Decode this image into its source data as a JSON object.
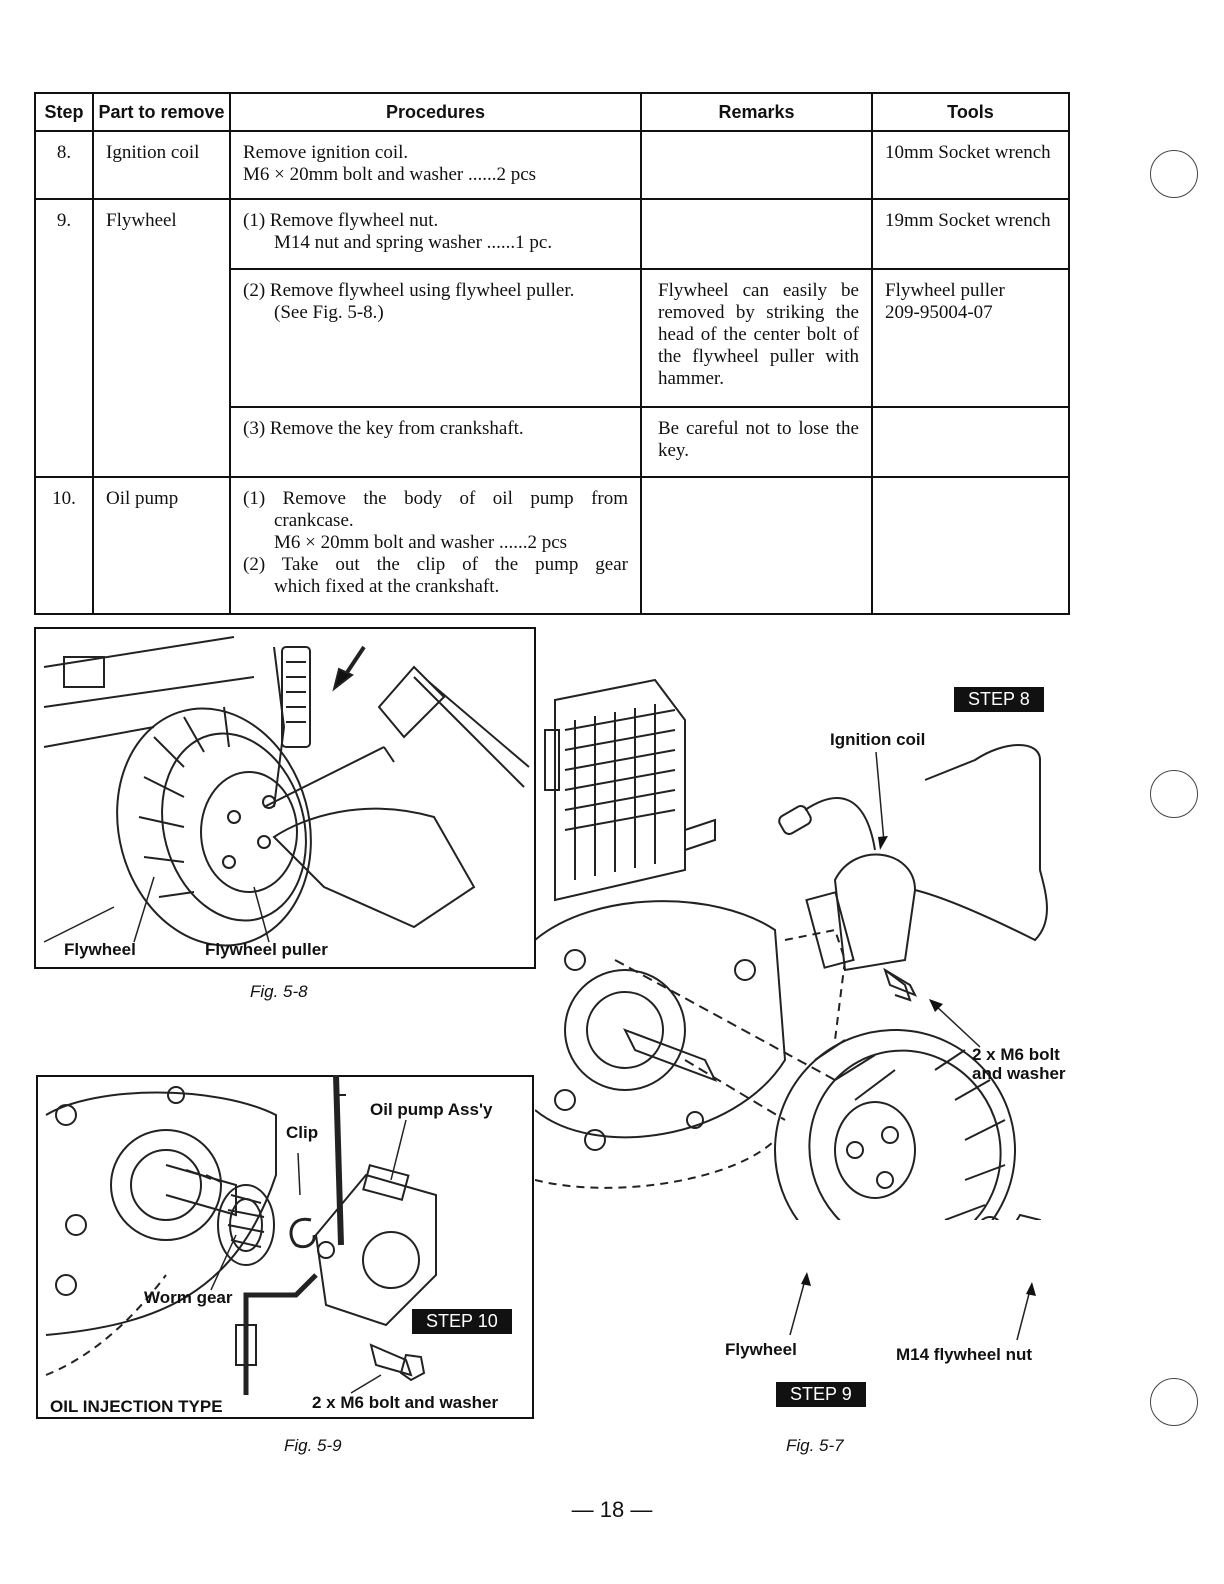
{
  "table": {
    "headers": [
      "Step",
      "Part to remove",
      "Procedures",
      "Remarks",
      "Tools"
    ],
    "rows": {
      "r8": {
        "step": "8.",
        "part": "Ignition coil",
        "proc_l1": "Remove ignition coil.",
        "proc_l2": "M6 × 20mm bolt and washer ......2 pcs",
        "remarks": "",
        "tools": "10mm Socket wrench"
      },
      "r9a": {
        "step": "9.",
        "part": "Flywheel",
        "proc_l1": "(1) Remove flywheel nut.",
        "proc_l2": "M14 nut and spring washer ......1 pc.",
        "remarks": "",
        "tools": "19mm Socket wrench"
      },
      "r9b": {
        "proc_l1": "(2) Remove flywheel using flywheel puller.",
        "proc_l2": "(See Fig. 5-8.)",
        "remarks": "Flywheel can easily be removed by striking the head of the center bolt of the flywheel puller with hammer.",
        "tools_l1": "Flywheel puller",
        "tools_l2": "209-95004-07"
      },
      "r9c": {
        "proc": "(3)  Remove the key from crankshaft.",
        "remarks": "Be careful not to lose the key.",
        "tools": ""
      },
      "r10": {
        "step": "10.",
        "part": "Oil pump",
        "proc_l1": "(1) Remove the body of oil pump from",
        "proc_l2": "crankcase.",
        "proc_l3": "M6 × 20mm bolt and washer ......2 pcs",
        "proc_l4": "(2) Take out the clip of the pump gear",
        "proc_l5": "which fixed at the crankshaft.",
        "remarks": "",
        "tools": ""
      }
    }
  },
  "fig58": {
    "label_flywheel": "Flywheel",
    "label_puller": "Flywheel puller",
    "caption": "Fig. 5-8"
  },
  "fig59": {
    "label_clip": "Clip",
    "label_pump": "Oil pump Ass'y",
    "label_worm": "Worm gear",
    "step": "STEP 10",
    "label_type": "OIL INJECTION TYPE",
    "label_bolt": "2 x M6 bolt and washer",
    "caption": "Fig. 5-9"
  },
  "fig57": {
    "step8": "STEP 8",
    "label_coil": "Ignition coil",
    "label_bolt_l1": "2 x M6 bolt",
    "label_bolt_l2": "and washer",
    "label_flywheel": "Flywheel",
    "label_nut": "M14 flywheel nut",
    "step9": "STEP 9",
    "caption": "Fig. 5-7"
  },
  "page_number": "— 18 —"
}
